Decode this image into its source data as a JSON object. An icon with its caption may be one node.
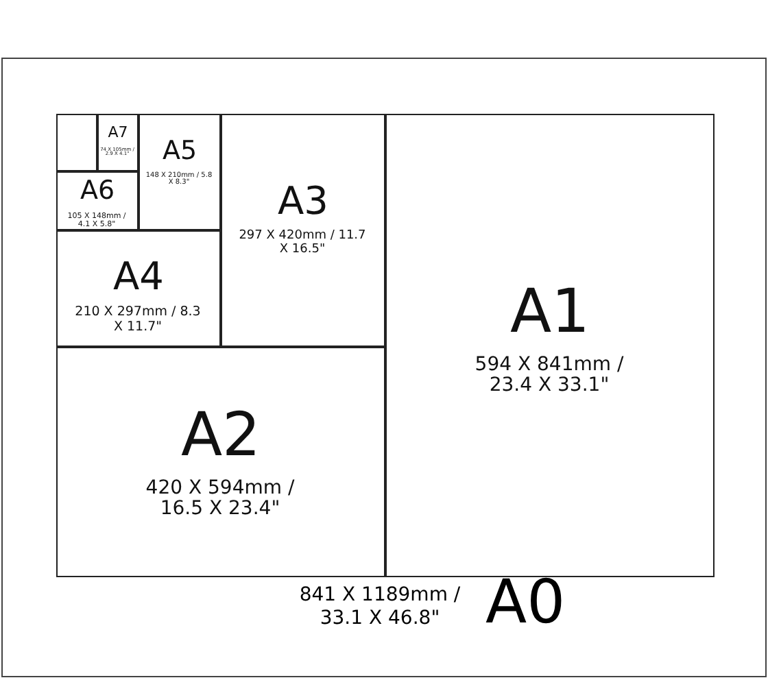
{
  "diagram": {
    "nodes": [
      {
        "text": [
          "841 X 1189mm / 33.1 X 46.8\"",
          "A0"
        ]
      },
      {
        "text": [
          "A1",
          "594 X 841mm / 23.4 X 33.1\""
        ],
        "in": 0
      },
      {
        "text": [
          "A2",
          "420 X 594mm / 16.5 X 23.4\""
        ],
        "in": 0
      },
      {
        "text": [
          "A3",
          "297 X 420mm / 11.7 X 16.5\""
        ],
        "in": 0
      },
      {
        "text": [
          "A4",
          "210 X 297mm / 8.3 X 11.7\""
        ],
        "in": 0
      },
      {
        "text": [
          "A5",
          "148 X 210mm / 5.8 X 8.3\""
        ],
        "in": 0
      },
      {
        "text": [
          "A6",
          "105 X 148mm / 4.1 X 5.8\""
        ],
        "in": 0
      },
      {
        "text": [
          "A7",
          "74 X 105mm / 2.9 X 4.1\""
        ],
        "in": 0
      },
      {
        "text": [],
        "shape": "box",
        "in": 0
      }
    ]
  }
}
